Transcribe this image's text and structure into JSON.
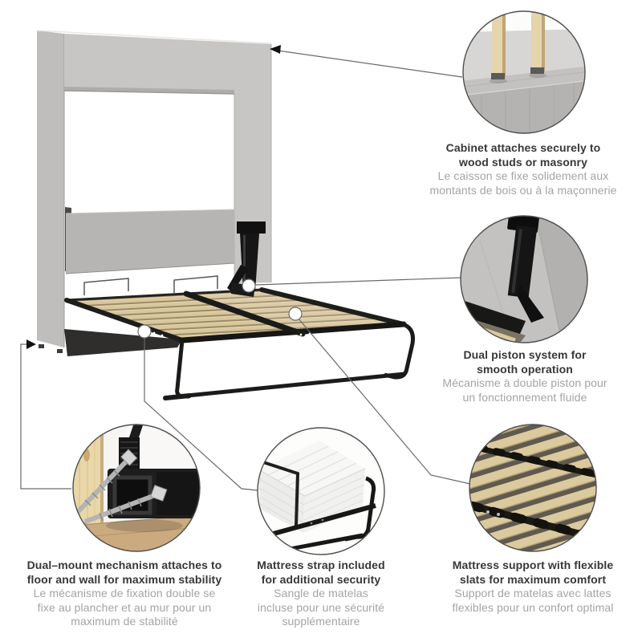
{
  "colors": {
    "cabinet_wood": "#c6c5c3",
    "headboard_wood": "#b6b5b3",
    "slat_wood": "#d8c69c",
    "frame_black": "#1b1b19",
    "stud_wood": "#e5d4ac",
    "floor_wood": "#cbaa80",
    "caption_en": "#373737",
    "caption_fr": "#a4a4a4",
    "connector_line": "#6a6a6a"
  },
  "callouts": [
    {
      "id": "cabinet-mount",
      "en": [
        "Cabinet attaches securely to",
        "wood studs or masonry"
      ],
      "fr": [
        "Le caisson se fixe solidement aux",
        "montants de bois ou à la maçonnerie"
      ]
    },
    {
      "id": "dual-piston",
      "en": [
        "Dual piston system for",
        "smooth operation"
      ],
      "fr": [
        "Mécanisme à double piston pour",
        "un fonctionnement fluide"
      ]
    },
    {
      "id": "dual-mount",
      "en": [
        "Dual–mount mechanism attaches to",
        "floor and wall for maximum stability"
      ],
      "fr": [
        "Le mécanisme de fixation double se",
        "fixe au plancher et au mur pour un",
        "maximum de stabilité"
      ]
    },
    {
      "id": "mattress-strap",
      "en": [
        "Mattress strap included",
        "for additional security"
      ],
      "fr": [
        "Sangle de matelas",
        "incluse pour une sécurité",
        "supplémentaire"
      ]
    },
    {
      "id": "flexible-slats",
      "en": [
        "Mattress support with flexible",
        "slats for maximum comfort"
      ],
      "fr": [
        "Support de matelas avec lattes",
        "flexibles pour un confort optimal"
      ]
    }
  ]
}
